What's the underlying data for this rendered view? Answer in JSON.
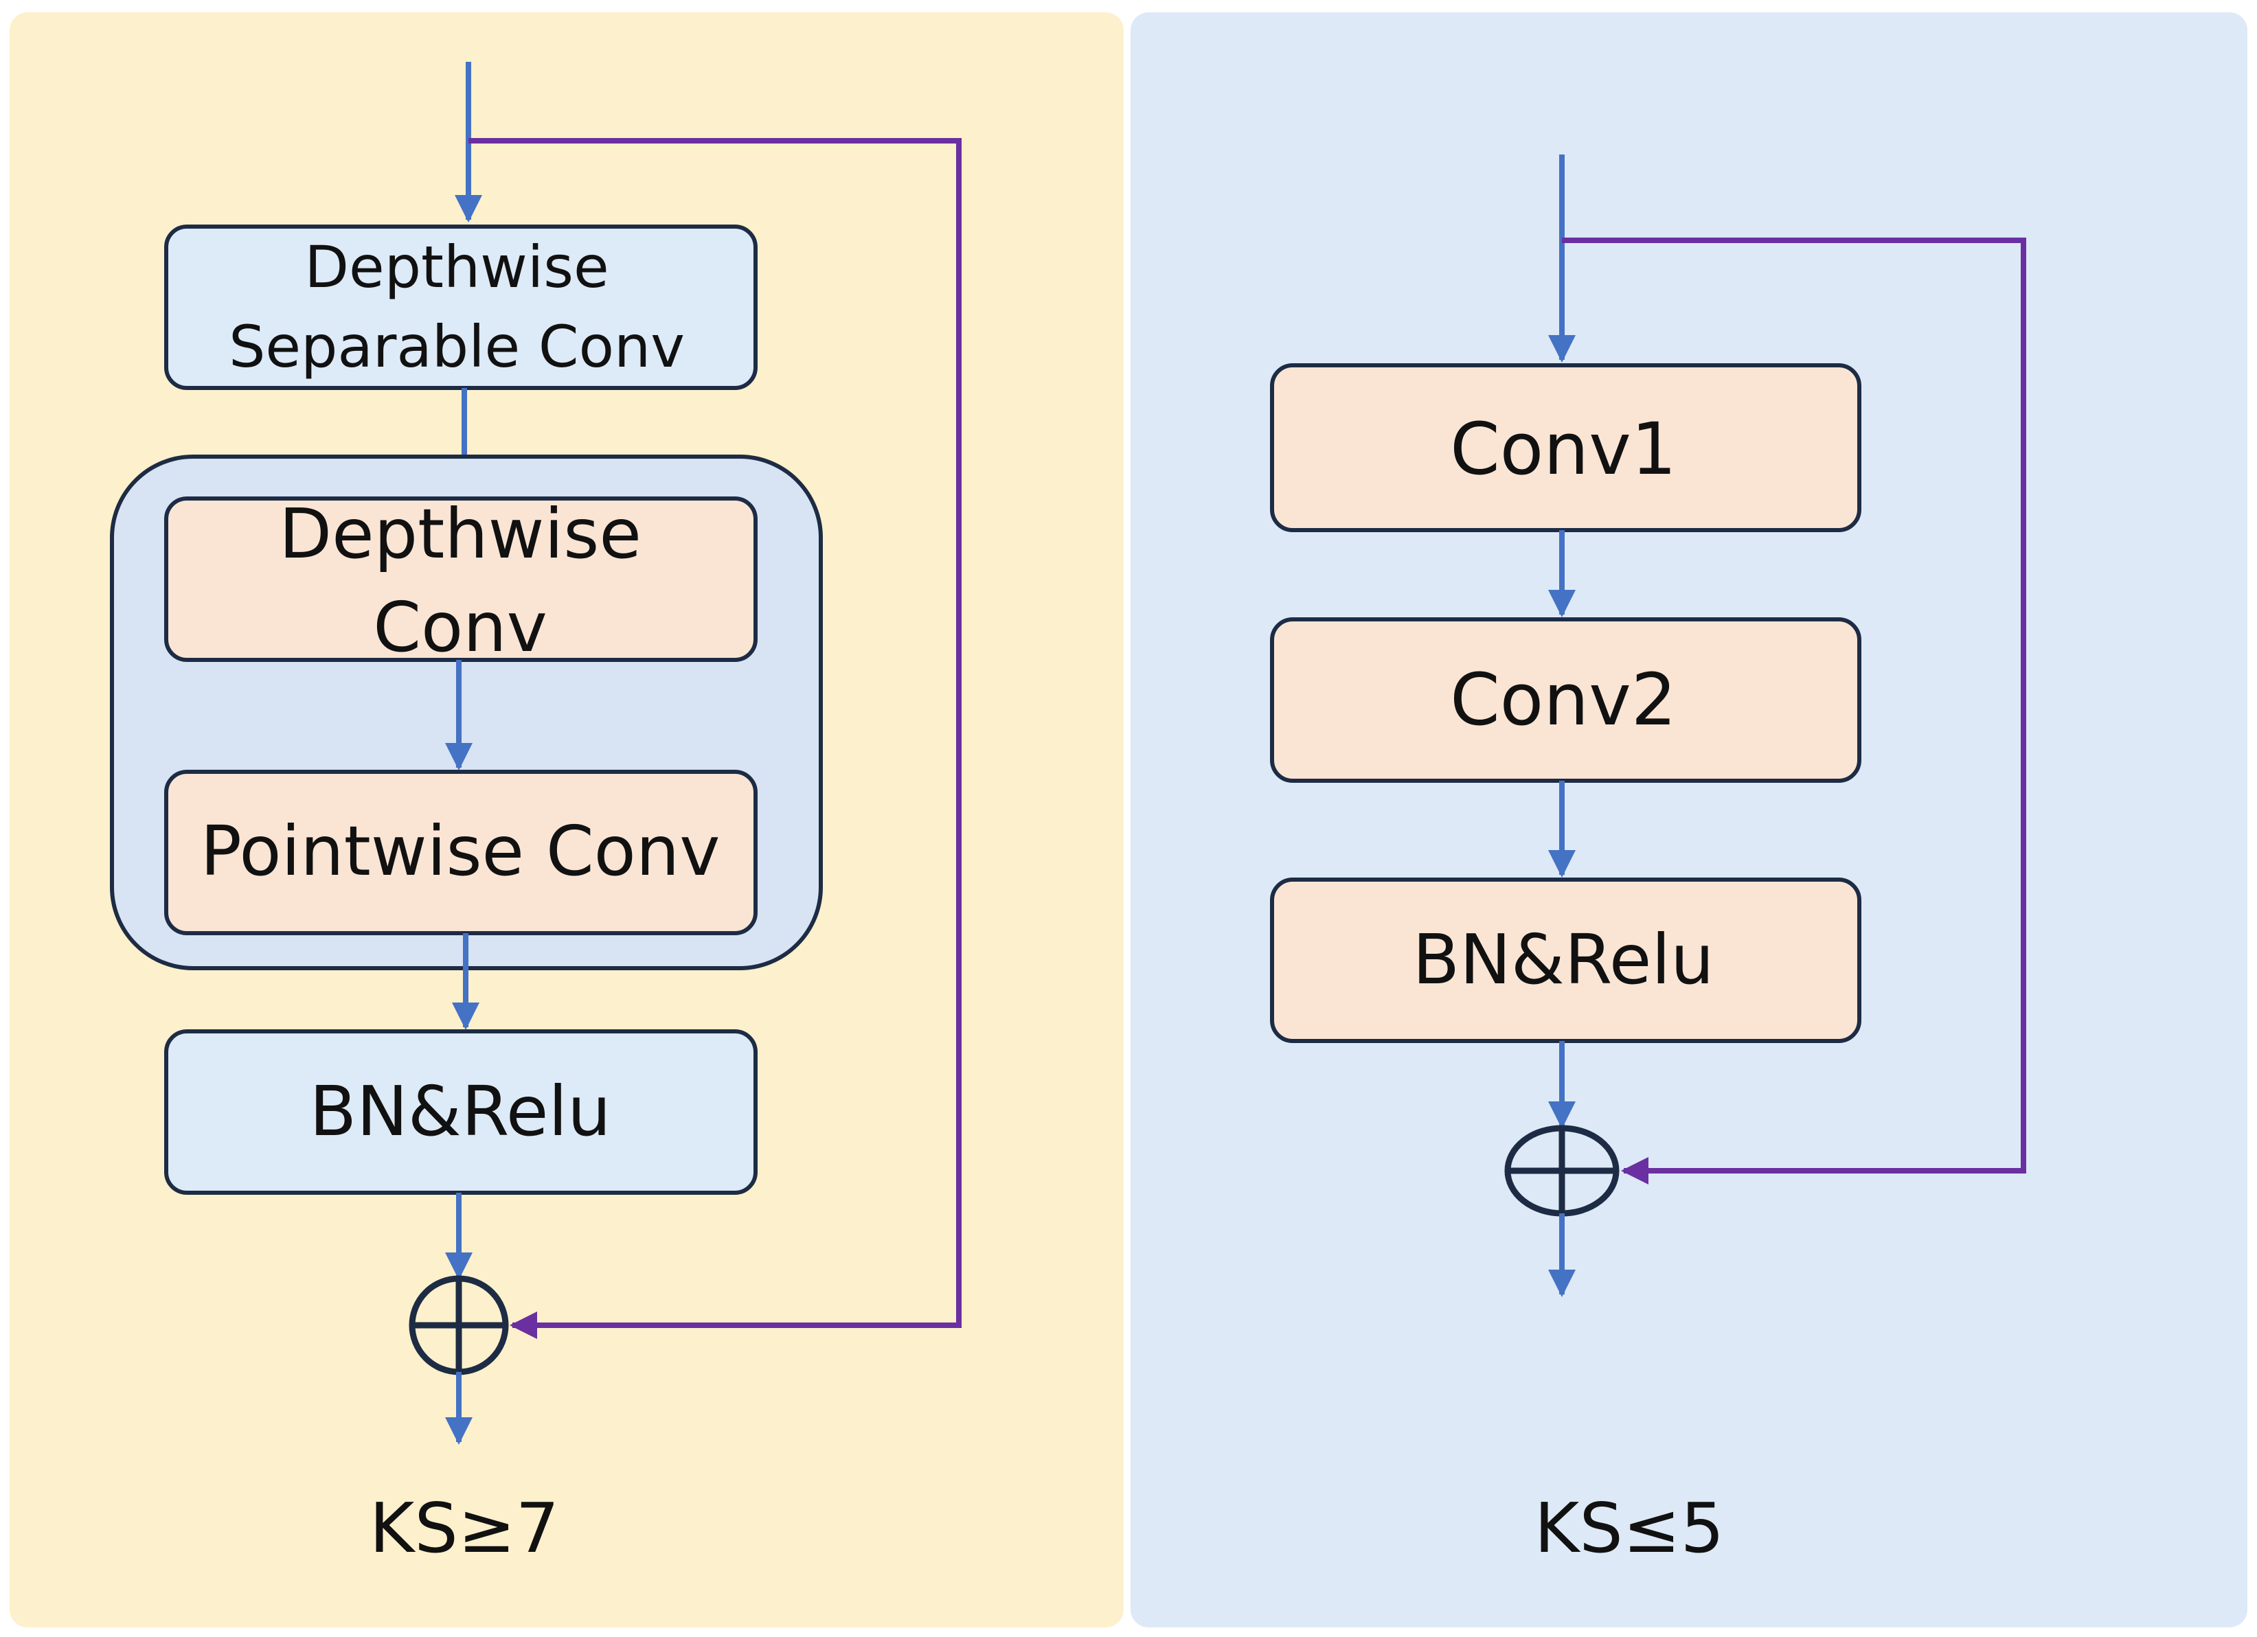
{
  "colors": {
    "left_panel_bg": "#fdf0cc",
    "right_panel_bg": "#dde9f6",
    "light_box_fill": "#ddeaf7",
    "peach_box_fill": "#fae5d5",
    "group_fill": "#d8e3f3",
    "box_stroke": "#1d2c44",
    "flow_arrow": "#4472c4",
    "skip_arrow": "#6a2fa0"
  },
  "left": {
    "dsconv_line1": "Depthwise",
    "dsconv_line2": "Separable Conv",
    "depthwise_line1": "Depthwise",
    "depthwise_line2": "Conv",
    "pointwise": "Pointwise Conv",
    "bn_relu": "BN&Relu",
    "add_icon": "circle-plus",
    "caption": "KS≥7"
  },
  "right": {
    "conv1": "Conv1",
    "conv2": "Conv2",
    "bn_relu": "BN&Relu",
    "add_icon": "circle-plus",
    "caption": "KS≤5"
  }
}
